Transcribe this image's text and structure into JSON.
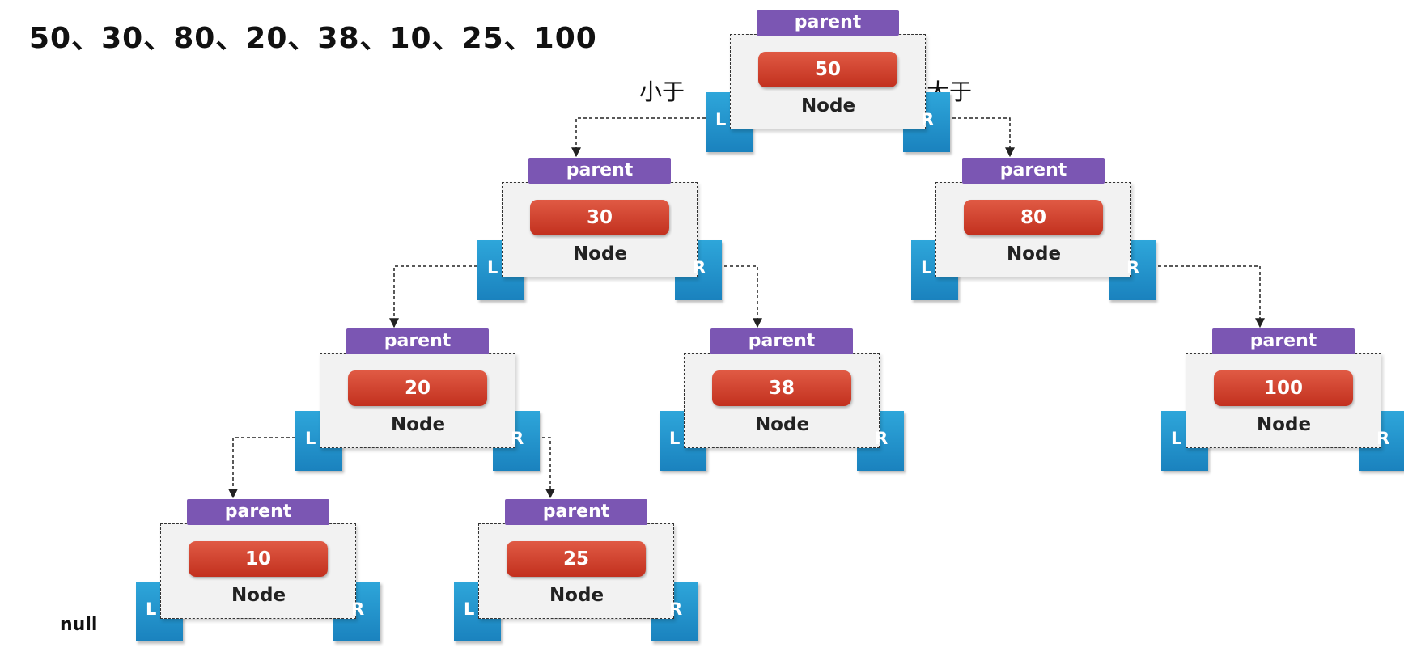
{
  "header": {
    "sequence": "50、30、80、20、38、10、25、100"
  },
  "labels": {
    "less_than": "小于",
    "greater_than": "大于",
    "null": "null"
  },
  "node_template": {
    "parent": "parent",
    "node": "Node",
    "left": "L",
    "right": "R"
  },
  "tree": {
    "nodes": [
      {
        "id": "n50",
        "value": "50",
        "depth": 0
      },
      {
        "id": "n30",
        "value": "30",
        "depth": 1,
        "parent": "n50",
        "side": "L"
      },
      {
        "id": "n80",
        "value": "80",
        "depth": 1,
        "parent": "n50",
        "side": "R"
      },
      {
        "id": "n20",
        "value": "20",
        "depth": 2,
        "parent": "n30",
        "side": "L"
      },
      {
        "id": "n38",
        "value": "38",
        "depth": 2,
        "parent": "n30",
        "side": "R"
      },
      {
        "id": "n100",
        "value": "100",
        "depth": 2,
        "parent": "n80",
        "side": "R"
      },
      {
        "id": "n10",
        "value": "10",
        "depth": 3,
        "parent": "n20",
        "side": "L"
      },
      {
        "id": "n25",
        "value": "25",
        "depth": 3,
        "parent": "n20",
        "side": "R"
      }
    ]
  },
  "colors": {
    "parent_tag": "#7b56b3",
    "value_pill": "#d0412d",
    "child_box": "#1f90c8",
    "frame": "#f2f2f2"
  }
}
